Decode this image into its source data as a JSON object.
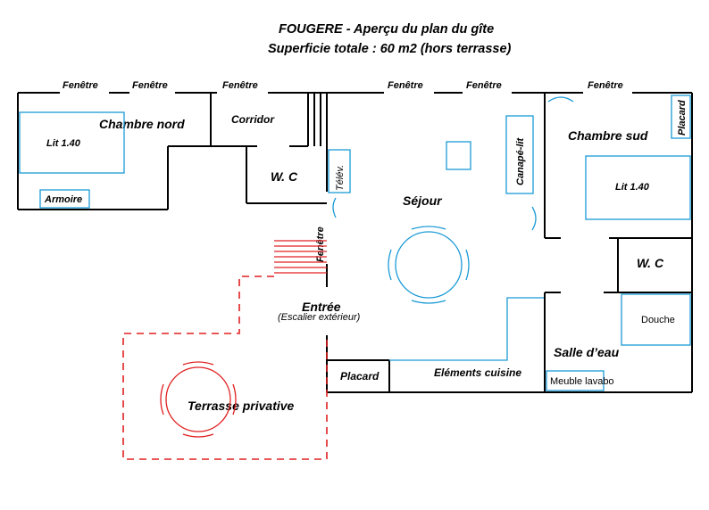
{
  "title": {
    "line1": "FOUGERE - Aperçu du plan du gîte",
    "line2": "Superficie totale : 60 m2 (hors terrasse)"
  },
  "windows": [
    "Fenêtre",
    "Fenêtre",
    "Fenêtre",
    "Fenêtre",
    "Fenêtre",
    "Fenêtre",
    "Fenêtre"
  ],
  "rooms": {
    "chambre_nord": "Chambre nord",
    "corridor": "Corridor",
    "wc_left": "W. C",
    "sejour": "Séjour",
    "chambre_sud": "Chambre sud",
    "wc_right": "W. C",
    "entree": "Entrée",
    "entree_note": "(Escalier extérieur)",
    "salle_eau": "Salle d’eau",
    "terrasse": "Terrasse privative"
  },
  "furniture": {
    "lit_nord": "Lit 1.40",
    "armoire": "Armoire",
    "telev": "Télév.",
    "canape": "Canapé-lit",
    "placard_sud": "Placard",
    "lit_sud": "Lit 1.40",
    "douche": "Douche",
    "placard_entree": "Placard",
    "cuisine": "Eléments cuisine",
    "lavabo": "Meuble lavabo"
  },
  "colors": {
    "walls": "#000000",
    "furniture": "#1a9ad6",
    "terrace": "#e02020"
  }
}
